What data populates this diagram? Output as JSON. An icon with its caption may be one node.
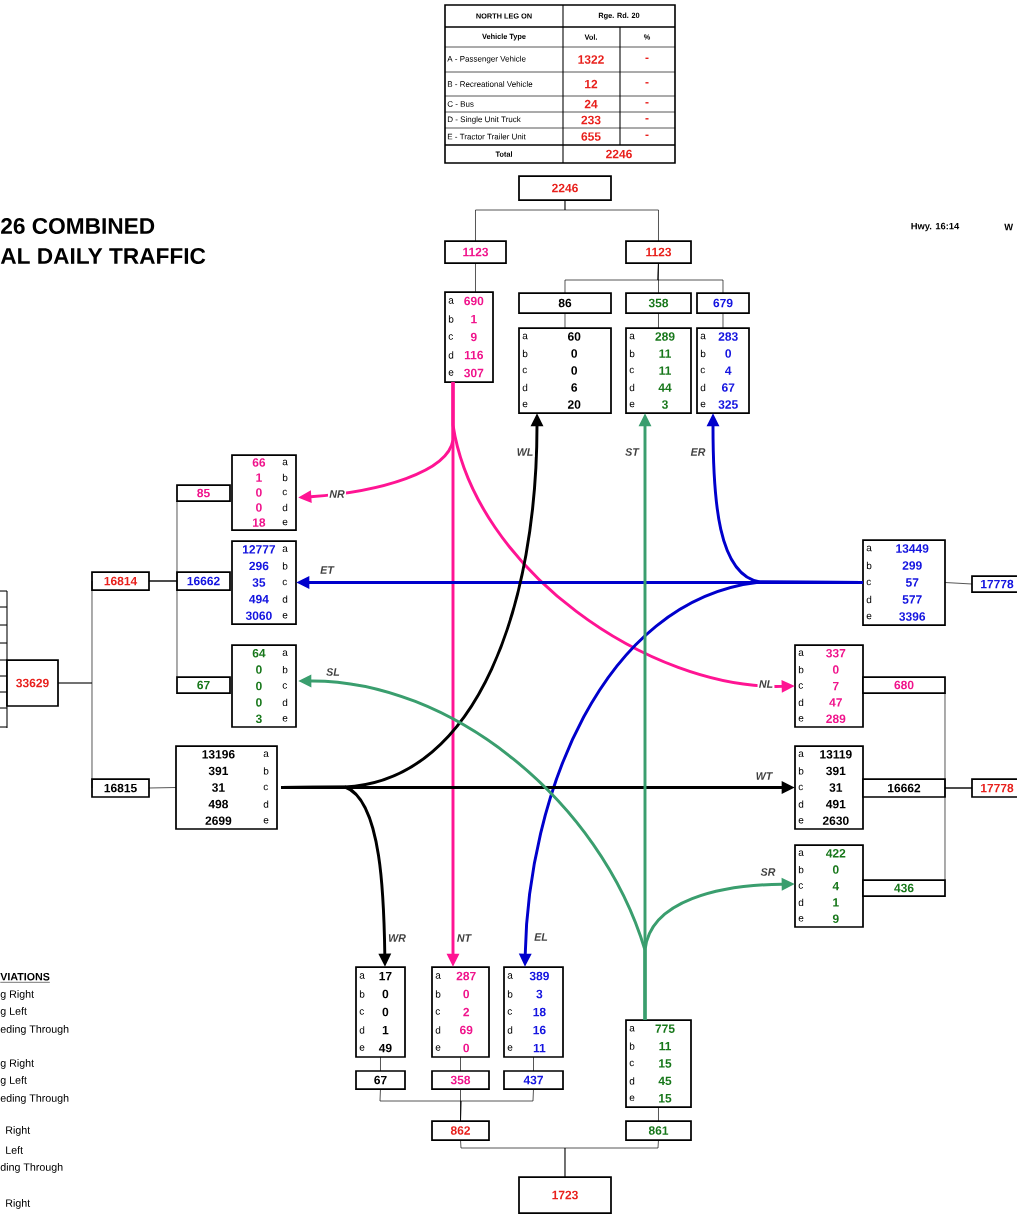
{
  "diagram": {
    "nodes": [
      {
        "text": [
          "2246"
        ]
      },
      {
        "text": [
          "1123"
        ]
      },
      {
        "text": [
          "1123"
        ]
      },
      {
        "text": [
          "a",
          "690",
          "b",
          "1",
          "c",
          "9",
          "d",
          "116",
          "e",
          "307"
        ]
      },
      {
        "text": [
          "86"
        ]
      },
      {
        "text": [
          "358"
        ]
      },
      {
        "text": [
          "679"
        ]
      },
      {
        "text": [
          "a",
          "60",
          "b",
          "0",
          "c",
          "0",
          "d",
          "6",
          "e",
          "20"
        ]
      },
      {
        "text": [
          "a",
          "289",
          "b",
          "11",
          "c",
          "11",
          "d",
          "44",
          "e",
          "3"
        ]
      },
      {
        "text": [
          "a",
          "283",
          "b",
          "0",
          "c",
          "4",
          "d",
          "67",
          "e",
          "325"
        ]
      },
      {
        "text": [
          "33629"
        ]
      },
      {
        "text": [
          "16814"
        ]
      },
      {
        "text": [
          "16815"
        ]
      },
      {
        "text": [
          "85"
        ]
      },
      {
        "text": [
          "16662"
        ]
      },
      {
        "text": [
          "67"
        ]
      },
      {
        "text": [
          "66",
          "a",
          "1",
          "b",
          "0",
          "c",
          "0",
          "d",
          "18",
          "e"
        ]
      },
      {
        "text": [
          "12777",
          "a",
          "296",
          "b",
          "35",
          "c",
          "494",
          "d",
          "3060",
          "e"
        ]
      },
      {
        "text": [
          "64",
          "a",
          "0",
          "b",
          "0",
          "c",
          "0",
          "d",
          "3",
          "e"
        ]
      },
      {
        "text": [
          "13196",
          "a",
          "391",
          "b",
          "31",
          "c",
          "498",
          "d",
          "2699",
          "e"
        ]
      },
      {
        "text": [
          "a",
          "13449",
          "b",
          "299",
          "c",
          "57",
          "d",
          "577",
          "e",
          "3396"
        ]
      },
      {
        "text": [
          "17778"
        ]
      },
      {
        "text": [
          "a",
          "337",
          "b",
          "0",
          "c",
          "7",
          "d",
          "47",
          "e",
          "289"
        ]
      },
      {
        "text": [
          "680"
        ]
      },
      {
        "text": [
          "a",
          "13119",
          "b",
          "391",
          "c",
          "31",
          "d",
          "491",
          "e",
          "2630"
        ]
      },
      {
        "text": [
          "16662"
        ]
      },
      {
        "text": [
          "17778"
        ]
      },
      {
        "text": [
          "a",
          "422",
          "b",
          "0",
          "c",
          "4",
          "d",
          "1",
          "e",
          "9"
        ]
      },
      {
        "text": [
          "436"
        ]
      },
      {
        "text": [
          "a",
          "17",
          "b",
          "0",
          "c",
          "0",
          "d",
          "1",
          "e",
          "49"
        ]
      },
      {
        "text": [
          "a",
          "287",
          "b",
          "0",
          "c",
          "2",
          "d",
          "69",
          "e",
          "0"
        ]
      },
      {
        "text": [
          "a",
          "389",
          "b",
          "3",
          "c",
          "18",
          "d",
          "16",
          "e",
          "11"
        ]
      },
      {
        "text": [
          "67"
        ]
      },
      {
        "text": [
          "358"
        ]
      },
      {
        "text": [
          "437"
        ]
      },
      {
        "text": [
          "a",
          "775",
          "b",
          "11",
          "c",
          "15",
          "d",
          "45",
          "e",
          "15"
        ]
      },
      {
        "text": [
          "862"
        ]
      },
      {
        "text": [
          "861"
        ]
      },
      {
        "text": [
          "1723"
        ]
      }
    ],
    "edges": [
      {
        "from": 0,
        "to": 1,
        "arrow": "none"
      },
      {
        "from": 0,
        "to": 2,
        "arrow": "none"
      },
      {
        "from": 1,
        "to": 3,
        "arrow": "none"
      },
      {
        "from": 2,
        "to": 4,
        "arrow": "none"
      },
      {
        "from": 2,
        "to": 5,
        "arrow": "none"
      },
      {
        "from": 2,
        "to": 6,
        "arrow": "none"
      },
      {
        "from": 4,
        "to": 7,
        "arrow": "none"
      },
      {
        "from": 5,
        "to": 8,
        "arrow": "none"
      },
      {
        "from": 6,
        "to": 9,
        "arrow": "none"
      },
      {
        "from": 10,
        "to": 11,
        "arrow": "none"
      },
      {
        "from": 10,
        "to": 12,
        "arrow": "none"
      },
      {
        "from": 11,
        "to": 14,
        "arrow": "none"
      },
      {
        "from": 11,
        "to": 13,
        "arrow": "none"
      },
      {
        "from": 11,
        "to": 15,
        "arrow": "none"
      },
      {
        "from": 12,
        "to": 19,
        "arrow": "none"
      },
      {
        "from": 20,
        "to": 21,
        "arrow": "none"
      },
      {
        "from": 26,
        "to": 25,
        "arrow": "none"
      },
      {
        "from": 26,
        "to": 23,
        "arrow": "none"
      },
      {
        "from": 26,
        "to": 28,
        "arrow": "none"
      },
      {
        "from": 29,
        "to": 32,
        "arrow": "none"
      },
      {
        "from": 30,
        "to": 33,
        "arrow": "none"
      },
      {
        "from": 31,
        "to": 34,
        "arrow": "none"
      },
      {
        "from": 32,
        "to": 36,
        "arrow": "none"
      },
      {
        "from": 33,
        "to": 36,
        "arrow": "none"
      },
      {
        "from": 34,
        "to": 36,
        "arrow": "none"
      },
      {
        "from": 35,
        "to": 37,
        "arrow": "none"
      },
      {
        "from": 36,
        "to": 38,
        "arrow": "none"
      },
      {
        "from": 37,
        "to": 38,
        "arrow": "none"
      },
      {
        "from": 3,
        "to": 16,
        "arrow": "to",
        "label": "NR",
        "style": "thick",
        "color": "#ff1493"
      },
      {
        "from": 3,
        "to": 30,
        "arrow": "to",
        "label": "NT",
        "style": "thick",
        "color": "#ff1493"
      },
      {
        "from": 3,
        "to": 22,
        "arrow": "to",
        "label": "NL",
        "style": "thick",
        "color": "#ff1493"
      },
      {
        "from": 20,
        "to": 17,
        "arrow": "to",
        "label": "ET",
        "style": "thick",
        "color": "#0000cc"
      },
      {
        "from": 20,
        "to": 9,
        "arrow": "to",
        "label": "ER",
        "style": "thick",
        "color": "#0000cc"
      },
      {
        "from": 20,
        "to": 31,
        "arrow": "to",
        "label": "EL",
        "style": "thick",
        "color": "#0000cc"
      },
      {
        "from": 19,
        "to": 24,
        "arrow": "to",
        "label": "WT",
        "style": "thick"
      },
      {
        "from": 19,
        "to": 7,
        "arrow": "to",
        "label": "WL",
        "style": "thick"
      },
      {
        "from": 19,
        "to": 29,
        "arrow": "to",
        "label": "WR",
        "style": "thick"
      },
      {
        "from": 35,
        "to": 8,
        "arrow": "to",
        "label": "ST",
        "style": "thick",
        "color": "#3a9e6e"
      },
      {
        "from": 35,
        "to": 18,
        "arrow": "to",
        "label": "SL",
        "style": "thick",
        "color": "#3a9e6e"
      },
      {
        "from": 35,
        "to": 27,
        "arrow": "to",
        "label": "SR",
        "style": "thick",
        "color": "#3a9e6e"
      }
    ],
    "labels": [
      "NORTH LEG ON",
      "Rge. Rd. 20",
      "Vehicle Type",
      "Vol.",
      "%",
      "A - Passenger Vehicle",
      "1322",
      "-",
      "B - Recreational Vehicle",
      "12",
      "-",
      "C - Bus",
      "24",
      "-",
      "D - Single Unit Truck",
      "233",
      "-",
      "E - Tractor Trailer Unit",
      "655",
      "-",
      "Total",
      "2246",
      "26 COMBINED",
      "AL DAILY TRAFFIC",
      "Hwy. 16:14",
      "W",
      "VIATIONS",
      "g Right",
      "g Left",
      "eding Through",
      "g Right",
      "g Left",
      "eding Through",
      "Right",
      "Left",
      "ding Through",
      "Right"
    ]
  }
}
